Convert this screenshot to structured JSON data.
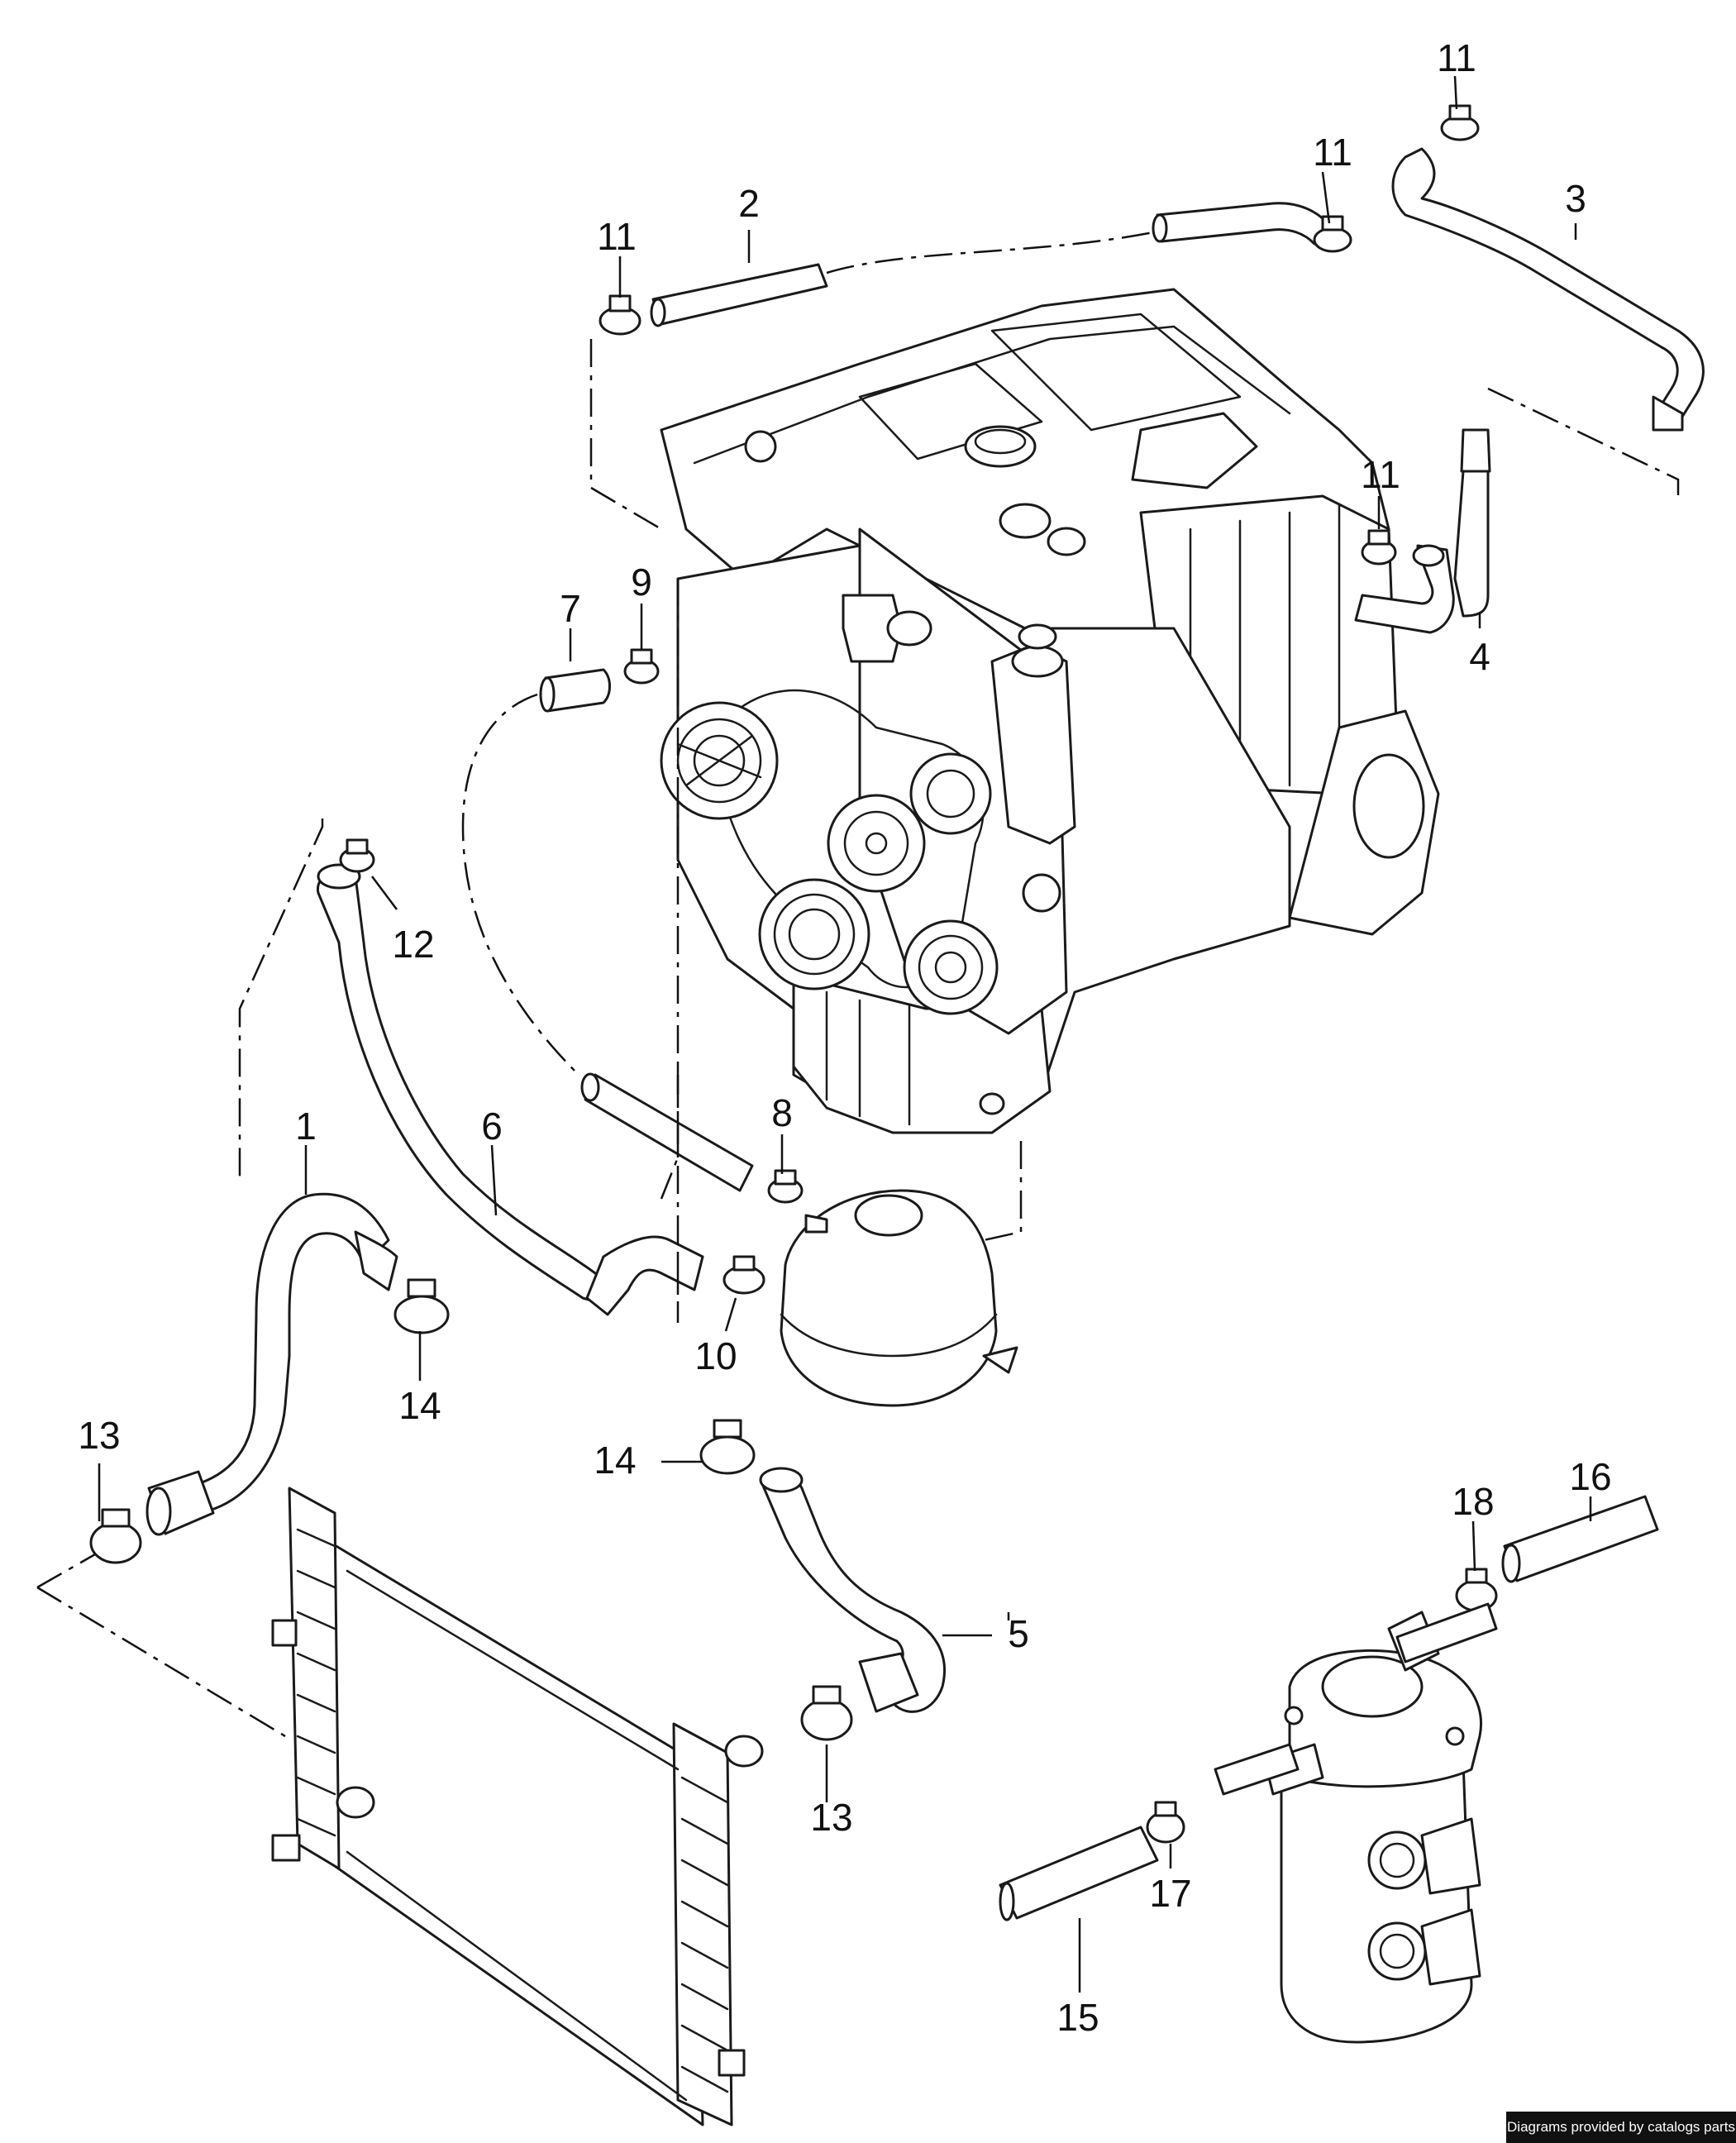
{
  "callouts": {
    "c1": "1",
    "c2": "2",
    "c3": "3",
    "c4": "4",
    "c5": "5",
    "c6": "6",
    "c7": "7",
    "c8": "8",
    "c9": "9",
    "c10": "10",
    "c11": "11",
    "c12": "12",
    "c13": "13",
    "c14": "14",
    "c15": "15",
    "c16": "16",
    "c17": "17",
    "c18": "18"
  },
  "credit": "Diagrams provided by catalogs parts"
}
